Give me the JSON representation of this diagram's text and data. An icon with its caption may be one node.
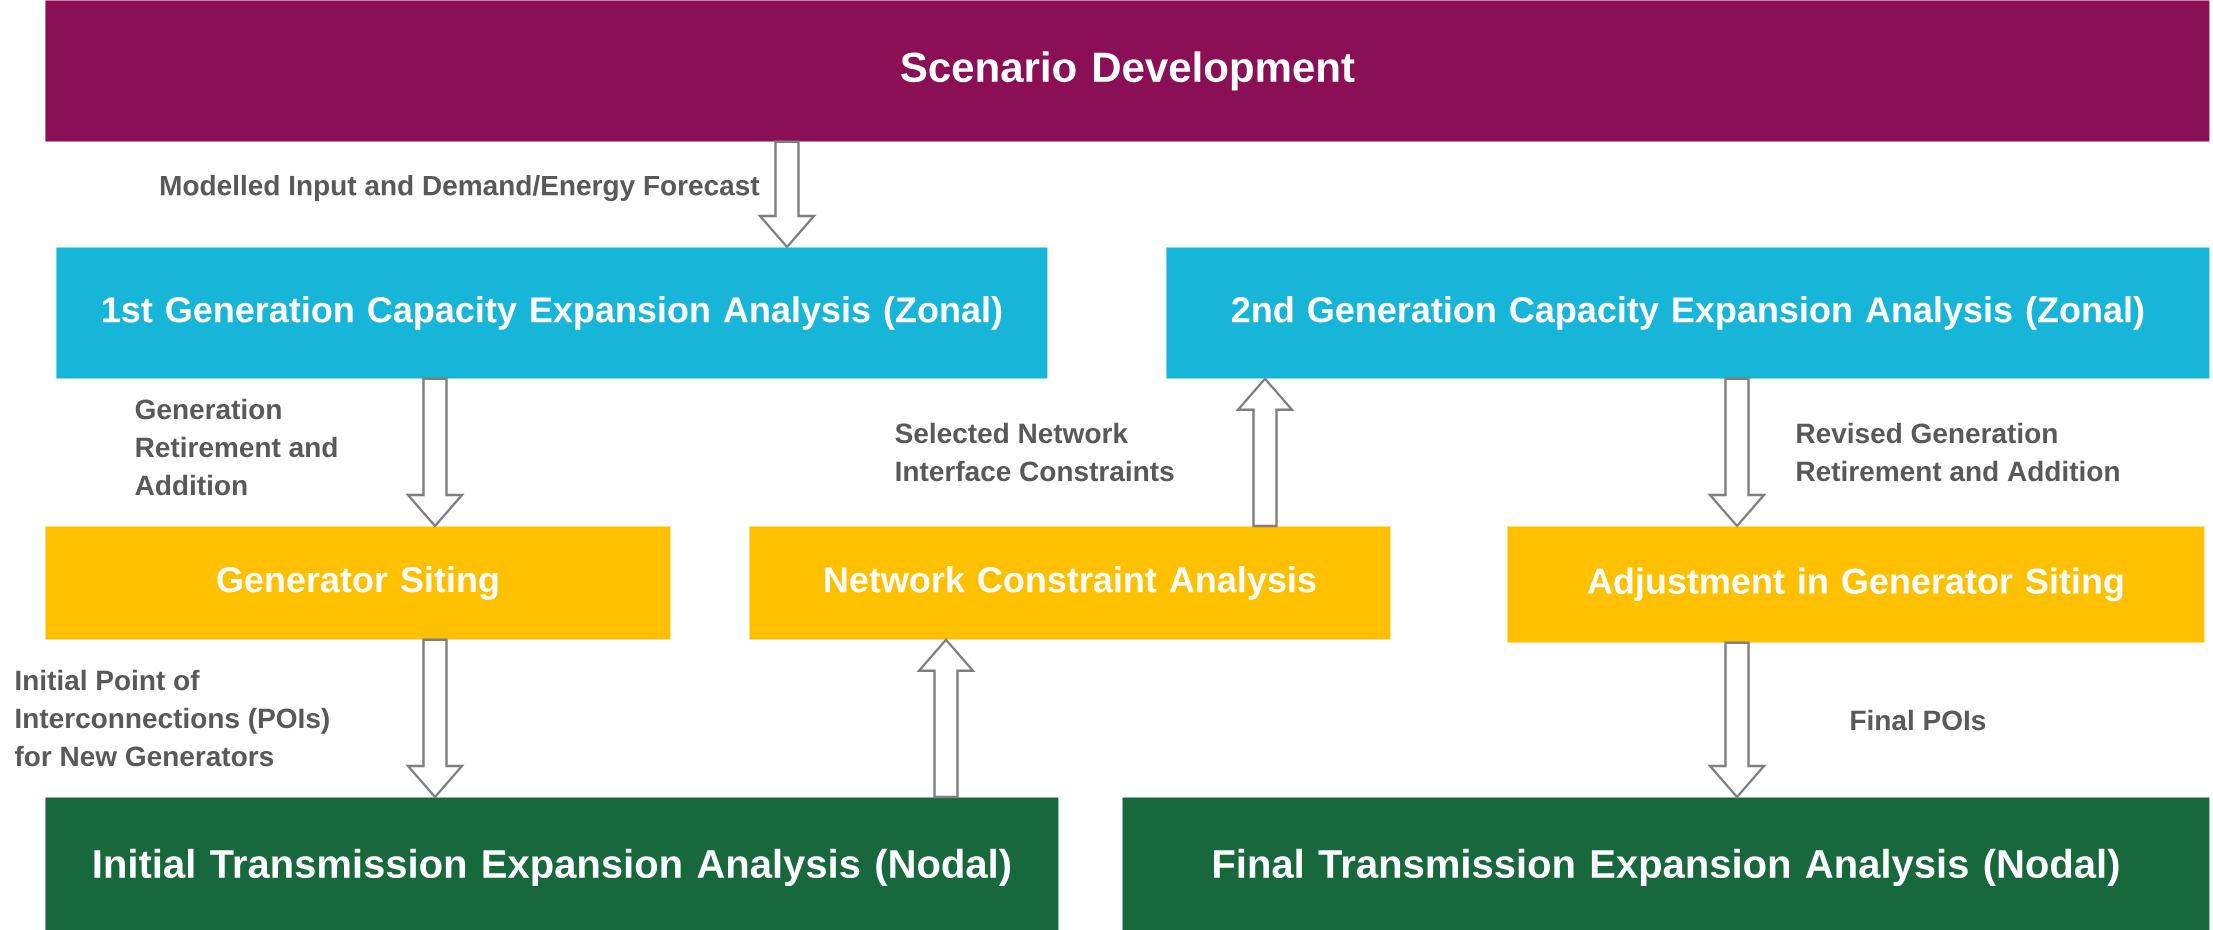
{
  "diagram": {
    "nodes": [
      {
        "text": [
          "Scenario Development"
        ]
      },
      {
        "text": [
          "1st Generation Capacity Expansion Analysis (Zonal)"
        ]
      },
      {
        "text": [
          "2nd Generation Capacity Expansion Analysis (Zonal)"
        ]
      },
      {
        "text": [
          "Generator Siting"
        ]
      },
      {
        "text": [
          "Network Constraint Analysis"
        ]
      },
      {
        "text": [
          "Adjustment in Generator Siting"
        ]
      },
      {
        "text": [
          "Initial Transmission Expansion Analysis (Nodal)"
        ]
      },
      {
        "text": [
          "Final Transmission Expansion Analysis (Nodal)"
        ]
      }
    ],
    "edges": [
      {
        "from": 0,
        "to": 1,
        "arrow": "to",
        "label": "Modelled Input and Demand/Energy Forecast"
      },
      {
        "from": 1,
        "to": 3,
        "arrow": "to",
        "label": "Generation Retirement and Addition"
      },
      {
        "from": 3,
        "to": 6,
        "arrow": "to",
        "label": "Initial Point of Interconnections (POIs) for New Generators"
      },
      {
        "from": 6,
        "to": 4,
        "arrow": "to"
      },
      {
        "from": 4,
        "to": 2,
        "arrow": "to",
        "label": "Selected Network Interface Constraints"
      },
      {
        "from": 2,
        "to": 5,
        "arrow": "to",
        "label": "Revised Generation Retirement and Addition"
      },
      {
        "from": 5,
        "to": 7,
        "arrow": "to",
        "label": "Final POIs"
      }
    ]
  }
}
